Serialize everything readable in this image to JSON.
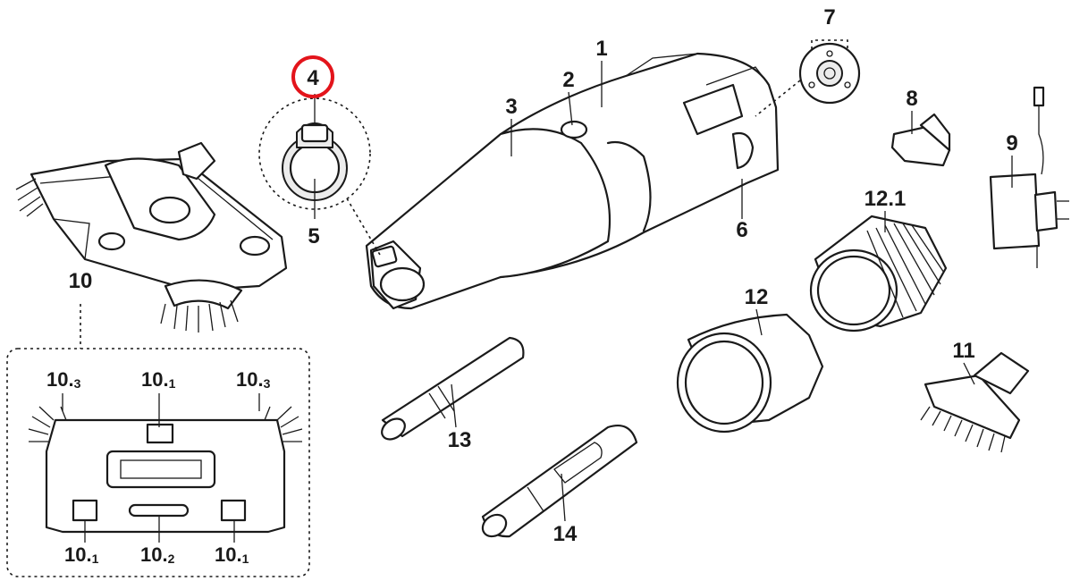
{
  "diagram": {
    "highlight_color": "#e3141b",
    "labels": {
      "p1": "1",
      "p2": "2",
      "p3": "3",
      "p4": "4",
      "p5": "5",
      "p6": "6",
      "p7": "7",
      "p8": "8",
      "p9": "9",
      "p10": "10",
      "p11": "11",
      "p12": "12",
      "p12_1": "12.1",
      "p13": "13",
      "p14": "14"
    },
    "detail_labels": {
      "top_left": {
        "main": "10.",
        "sub": "3"
      },
      "top_center": {
        "main": "10.",
        "sub": "1"
      },
      "top_right": {
        "main": "10.",
        "sub": "3"
      },
      "bottom_left": {
        "main": "10.",
        "sub": "1"
      },
      "bottom_center": {
        "main": "10.",
        "sub": "2"
      },
      "bottom_right": {
        "main": "10.",
        "sub": "1"
      }
    },
    "highlighted_part": "4"
  }
}
